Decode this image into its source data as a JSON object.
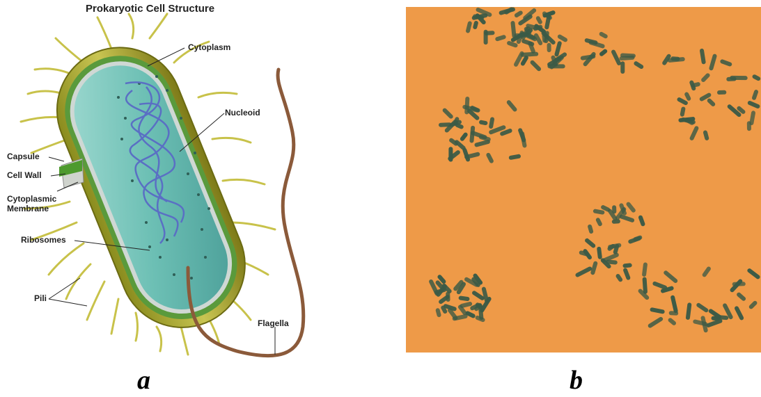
{
  "panel_a": {
    "title": "Prokaryotic Cell Structure",
    "labels": {
      "cytoplasm": "Cytoplasm",
      "nucleoid": "Nucleoid",
      "capsule": "Capsule",
      "cell_wall": "Cell Wall",
      "cytoplasmic_membrane_line1": "Cytoplasmic",
      "cytoplasmic_membrane_line2": "Membrane",
      "ribosomes": "Ribosomes",
      "pili": "Pili",
      "flagella": "Flagella"
    },
    "caption": "a"
  },
  "panel_b": {
    "caption": "b",
    "background_color": "#ee9a48",
    "bacteria_color": "#3b5a46"
  }
}
